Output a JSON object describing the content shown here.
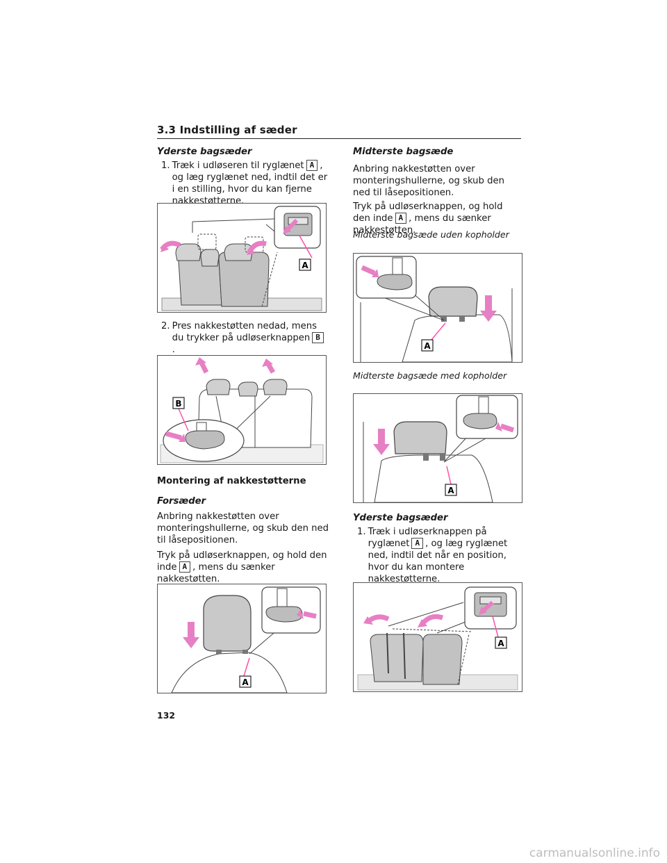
{
  "section": {
    "title": "3.3  Indstilling af sæder"
  },
  "left": {
    "h_outer": "Yderste bagsæder",
    "step1": {
      "num": "1.",
      "text_before": "Træk i udløseren til ryglænet",
      "key": "A",
      "text_after": ", og læg ryglænet ned, indtil det er i en stilling, hvor du kan fjerne nakkestøtterne."
    },
    "fig1_label": "A",
    "step2": {
      "num": "2.",
      "text_before": "Pres nakkestøtten nedad, mens du trykker på udløserknappen",
      "key": "B",
      "text_after": "."
    },
    "fig2_label": "B",
    "h_mount": "Montering af nakkestøtterne",
    "h_front": "Forsæder",
    "p1": "Anbring nakkestøtten over monteringshullerne, og skub den ned til låsepositionen.",
    "p2": {
      "text_before": "Tryk på udløserknappen, og hold den inde",
      "key": "A",
      "text_after": ", mens du sænker nakkestøtten."
    },
    "fig3_label": "A"
  },
  "right": {
    "h_middle": "Midterste bagsæde",
    "p1": "Anbring nakkestøtten over monteringshullerne, og skub den ned til låsepositionen.",
    "p2": {
      "text_before": "Tryk på udløserknappen, og hold den inde",
      "key": "A",
      "text_after": ", mens du sænker nakkestøtten."
    },
    "caption1": "Midterste bagsæde uden kopholder",
    "fig4_label": "A",
    "caption2": "Midterste bagsæde med kopholder",
    "fig5_label": "A",
    "h_outer": "Yderste bagsæder",
    "step1": {
      "num": "1.",
      "text_before": "Træk i udløserknappen på ryglænet",
      "key": "A",
      "text_after": ", og læg ryglænet ned, indtil det når en position, hvor du kan montere nakkestøtterne."
    },
    "fig6_label": "A"
  },
  "page_number": "132",
  "watermark": "carmanualsonline.info",
  "colors": {
    "arrow_pink": "#e77fc4",
    "seat_gray": "#c9c9c9",
    "pointer": "#ff4fa8"
  }
}
